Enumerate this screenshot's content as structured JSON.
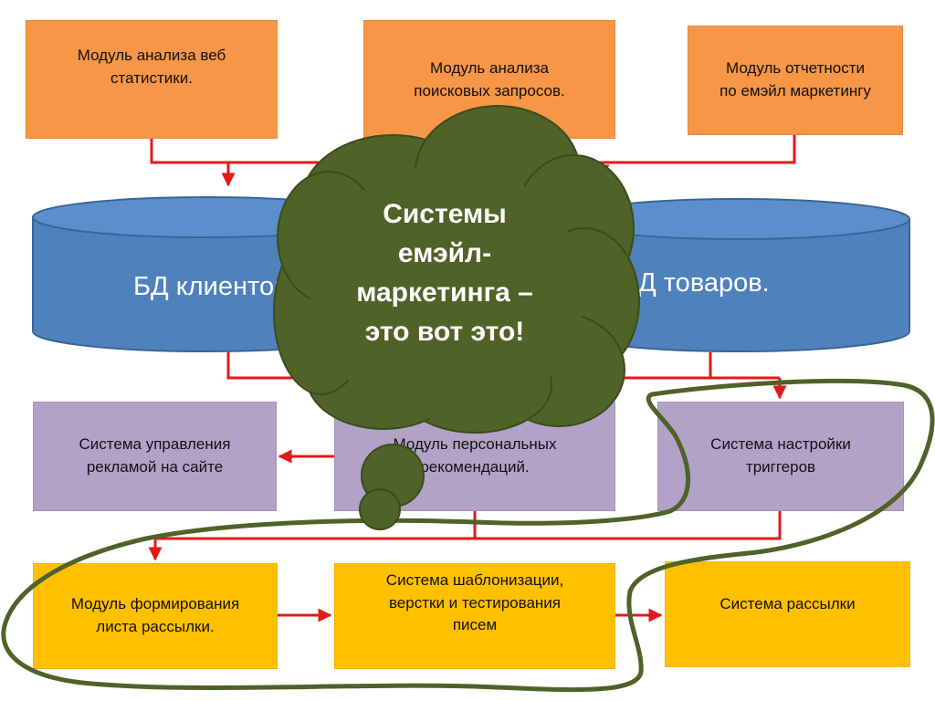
{
  "modules": {
    "web_stats": "Модуль анализа веб\nстатистики.",
    "search_queries": "Модуль анализа\nпоисковых запросов.",
    "email_reporting": "Модуль отчетности\nпо емэйл маркетингу"
  },
  "databases": {
    "clients": "БД клиентов.",
    "products": "БД товаров."
  },
  "systems": {
    "ad_management": "Система управления\nрекламой на сайте",
    "personal_recommendations": "Модуль персональных\nрекомендаций.",
    "trigger_settings": "Система настройки\nтриггеров"
  },
  "pipeline": {
    "mailing_list": "Модуль формирования\nлиста рассылки.",
    "templating": "Система  шаблонизации,\nверстки  и тестирования\nписем",
    "mailing": "Система  рассылки"
  },
  "callout": {
    "text": "Системы\nемэйл-\nмаркетинга –\nэто вот это!"
  },
  "colors": {
    "module_fill": "#f79646",
    "database_fill": "#4f81bd",
    "system_fill": "#b3a2c7",
    "pipeline_fill": "#ffc000",
    "callout_fill": "#4f6228",
    "connector_line": "#e31a1a",
    "highlight_outline": "#4f6228"
  }
}
